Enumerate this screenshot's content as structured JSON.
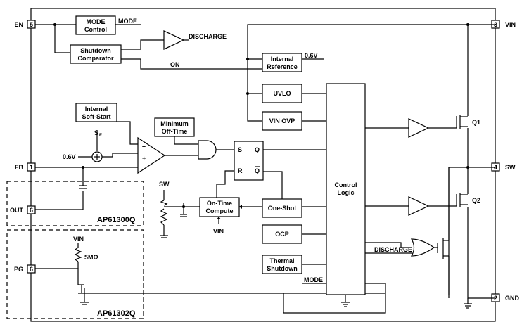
{
  "pins": {
    "en": {
      "name": "EN",
      "number": "5"
    },
    "fb": {
      "name": "FB",
      "number": "1"
    },
    "out": {
      "name": "OUT",
      "number": "6"
    },
    "pg": {
      "name": "PG",
      "number": "6"
    },
    "vin": {
      "name": "VIN",
      "number": "3"
    },
    "sw": {
      "name": "SW",
      "number": "4"
    },
    "gnd": {
      "name": "GND",
      "number": "2"
    }
  },
  "blocks": {
    "mode_control": [
      "MODE",
      "Control"
    ],
    "shutdown_comparator": [
      "Shutdown",
      "Comparator"
    ],
    "internal_reference": [
      "Internal",
      "Reference"
    ],
    "uvlo": "UVLO",
    "vin_ovp": "VIN OVP",
    "control_logic": [
      "Control",
      "Logic"
    ],
    "soft_start": [
      "Internal",
      "Soft-Start"
    ],
    "min_off_time": [
      "Minimum",
      "Off-Time"
    ],
    "on_time_compute": [
      "On-Time",
      "Compute"
    ],
    "one_shot": "One-Shot",
    "ocp": "OCP",
    "thermal_shutdown": [
      "Thermal",
      "Shutdown"
    ]
  },
  "signals": {
    "mode": "MODE",
    "discharge": "DISCHARGE",
    "on": "ON",
    "ref_voltage": "0.6V",
    "fb_ref": "0.6V",
    "ss": "S",
    "ss_sub": "E",
    "sw_label": "SW",
    "vin_label": "VIN",
    "discharge2": "DISCHARGE",
    "mode2": "MODE",
    "pg_resistor": "5MΩ",
    "pg_vin": "VIN"
  },
  "latch": {
    "s": "S",
    "r": "R",
    "q": "Q",
    "qbar": "Q"
  },
  "comparator_signs": {
    "minus": "–",
    "plus": "+"
  },
  "transistors": {
    "q1": "Q1",
    "q2": "Q2"
  },
  "parts": {
    "a": "AP61300Q",
    "b": "AP61302Q"
  }
}
